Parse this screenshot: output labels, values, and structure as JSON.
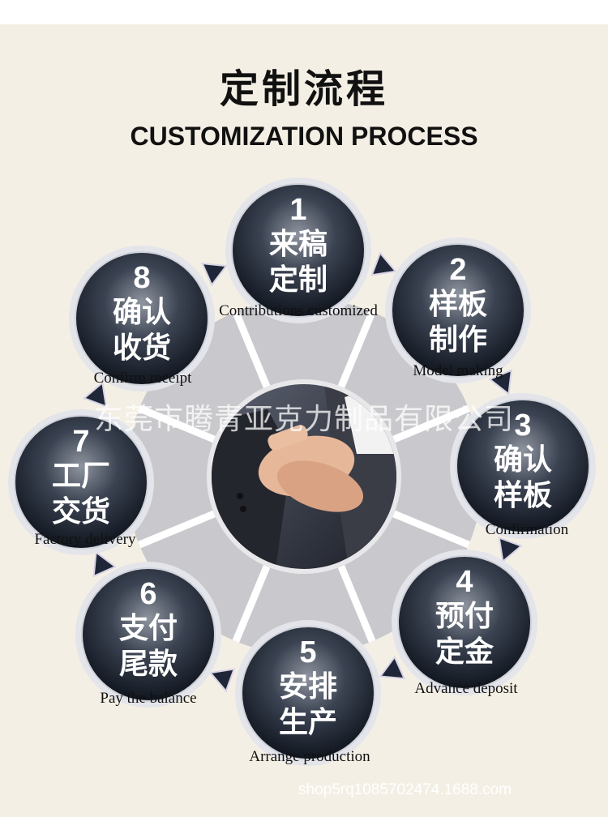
{
  "title_cn": "定制流程",
  "title_en": "CUSTOMIZATION PROCESS",
  "watermark": "东莞市腾青亚克力制品有限公司",
  "footer_url": "shop5rq1085702474.1688.com",
  "center_icon": "handshake-photo",
  "colors": {
    "background": "#f4efe4",
    "hub": "#c9c9cd",
    "step_dark": "#1b2230",
    "step_ring": "#dcdde3",
    "arrow": "#1e2637"
  },
  "steps": [
    {
      "number": "1",
      "line1": "来稿",
      "line2": "定制",
      "english": "Contributions customized"
    },
    {
      "number": "2",
      "line1": "样板",
      "line2": "制作",
      "english": "Model making"
    },
    {
      "number": "3",
      "line1": "确认",
      "line2": "样板",
      "english": "Confirmation"
    },
    {
      "number": "4",
      "line1": "预付",
      "line2": "定金",
      "english": "Advance deposit"
    },
    {
      "number": "5",
      "line1": "安排",
      "line2": "生产",
      "english": "Arrange production"
    },
    {
      "number": "6",
      "line1": "支付",
      "line2": "尾款",
      "english": "Pay the balance"
    },
    {
      "number": "7",
      "line1": "工厂",
      "line2": "交货",
      "english": "Factory delivery"
    },
    {
      "number": "8",
      "line1": "确认",
      "line2": "收货",
      "english": "Confirm receipt"
    }
  ]
}
